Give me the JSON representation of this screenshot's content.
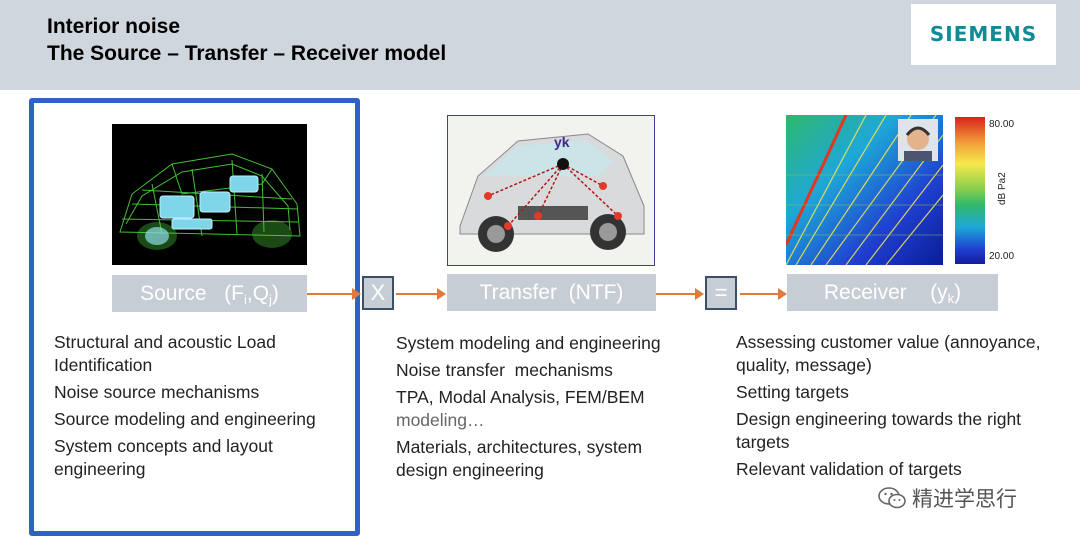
{
  "header": {
    "title_line1": "Interior noise",
    "title_line2": "The Source – Transfer – Receiver model",
    "logo": "SIEMENS"
  },
  "colors": {
    "header_bg": "#cfd6de",
    "frame_blue": "#2e62c7",
    "arrow_orange": "#e07b3c",
    "label_bg": "#c7cdd4",
    "logo_teal": "#0f8a96"
  },
  "source": {
    "label_main": "Source",
    "label_F": "F",
    "label_i": "i",
    "label_Q": "Q",
    "label_j": "j",
    "items": [
      "Structural and acoustic Load Identification",
      "Noise source mechanisms",
      "Source modeling and engineering",
      "System concepts and layout engineering"
    ]
  },
  "operator_multiply": "X",
  "transfer": {
    "label": "Transfer  (NTF)",
    "image_label": "yk",
    "items": [
      "System modeling and engineering",
      "Noise transfer  mechanisms"
    ],
    "item3_main": "TPA, Modal Analysis, FEM/BEM",
    "item3_cont": "modeling…",
    "item4": "Materials, architectures, system design engineering"
  },
  "operator_equals": "=",
  "receiver": {
    "label_main": "Receiver",
    "label_y": "y",
    "label_k": "k",
    "colorbar_max": "80.00",
    "colorbar_min": "20.00",
    "colorbar_unit": "dB Pa2",
    "items": [
      "Assessing customer value (annoyance, quality, message)",
      "Setting targets",
      "Design engineering towards the right targets",
      "Relevant validation of targets"
    ]
  },
  "watermark": "精进学思行"
}
